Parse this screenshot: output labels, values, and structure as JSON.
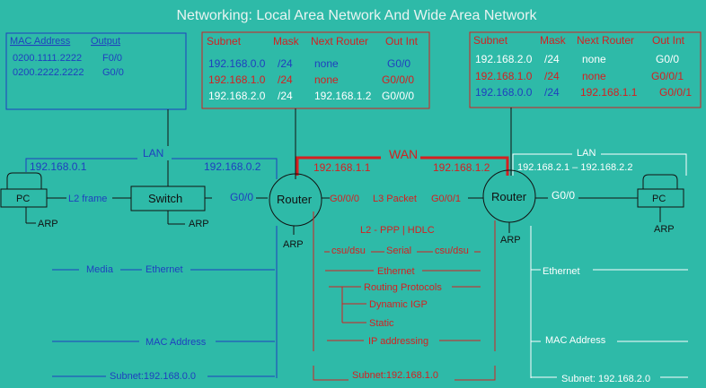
{
  "title": "Networking: Local Area Network And Wide Area Network",
  "colors": {
    "background": "#2ebaa8",
    "blue": "#1f3fbf",
    "red": "#d42020",
    "white": "#ffffff",
    "black": "#111111",
    "title": "#e8f4f2"
  },
  "mac_table": {
    "headers": [
      "MAC Address",
      "Output"
    ],
    "rows": [
      [
        "0200.1111.2222",
        "F0/0"
      ],
      [
        "0200.2222.2222",
        "G0/0"
      ]
    ]
  },
  "route_table_left": {
    "headers": [
      "Subnet",
      "Mask",
      "Next Router",
      "Out Int"
    ],
    "rows": [
      [
        "192.168.0.0",
        "/24",
        "none",
        "G0/0"
      ],
      [
        "192.168.1.0",
        "/24",
        "none",
        "G0/0/0"
      ],
      [
        "192.168.2.0",
        "/24",
        "192.168.1.2",
        "G0/0/0"
      ]
    ]
  },
  "route_table_right": {
    "headers": [
      "Subnet",
      "Mask",
      "Next Router",
      "Out Int"
    ],
    "rows": [
      [
        "192.168.2.0",
        "/24",
        "none",
        "G0/0"
      ],
      [
        "192.168.1.0",
        "/24",
        "none",
        "G0/0/1"
      ],
      [
        "192.168.0.0",
        "/24",
        "192.168.1.1",
        "G0/0/1"
      ]
    ]
  },
  "devices": {
    "pc_left": "PC",
    "switch": "Switch",
    "router_left": "Router",
    "router_right": "Router",
    "pc_right": "PC"
  },
  "labels": {
    "lan_left": "LAN",
    "lan_right": "LAN",
    "wan": "WAN",
    "ip_pc_left": "192.168.0.1",
    "ip_router_left_lan": "192.168.0.2",
    "ip_router_left_wan": "192.168.1.1",
    "ip_router_right_wan": "192.168.1.2",
    "ip_right_lan": "192.168.2.1  –  192.168.2.2",
    "l2_frame": "L2 frame",
    "g00_left": "G0/0",
    "g000": "G0/0/0",
    "l3_packet": "L3  Packet",
    "g001": "G0/0/1",
    "g00_right": "G0/0",
    "arp_pc_left": "ARP",
    "arp_switch": "ARP",
    "arp_router_left": "ARP",
    "arp_router_right": "ARP",
    "arp_pc_right": "ARP",
    "l2_ppp": "L2 - PPP  |  HDLC",
    "csu_left": "csu/dsu",
    "serial": "Serial",
    "csu_right": "csu/dsu",
    "ethernet_mid": "Ethernet",
    "routing_protocols": "Routing Protocols",
    "dynamic_igp": "Dynamic   IGP",
    "static": "Static",
    "ip_addressing": "IP addressing",
    "subnet_mid": "Subnet:192.168.1.0",
    "media_left": "Media",
    "ethernet_left": "Ethernet",
    "mac_left": "MAC Address",
    "subnet_left": "Subnet:192.168.0.0",
    "ethernet_right": "Ethernet",
    "mac_right": "MAC Address",
    "subnet_right": "Subnet: 192.168.2.0"
  }
}
